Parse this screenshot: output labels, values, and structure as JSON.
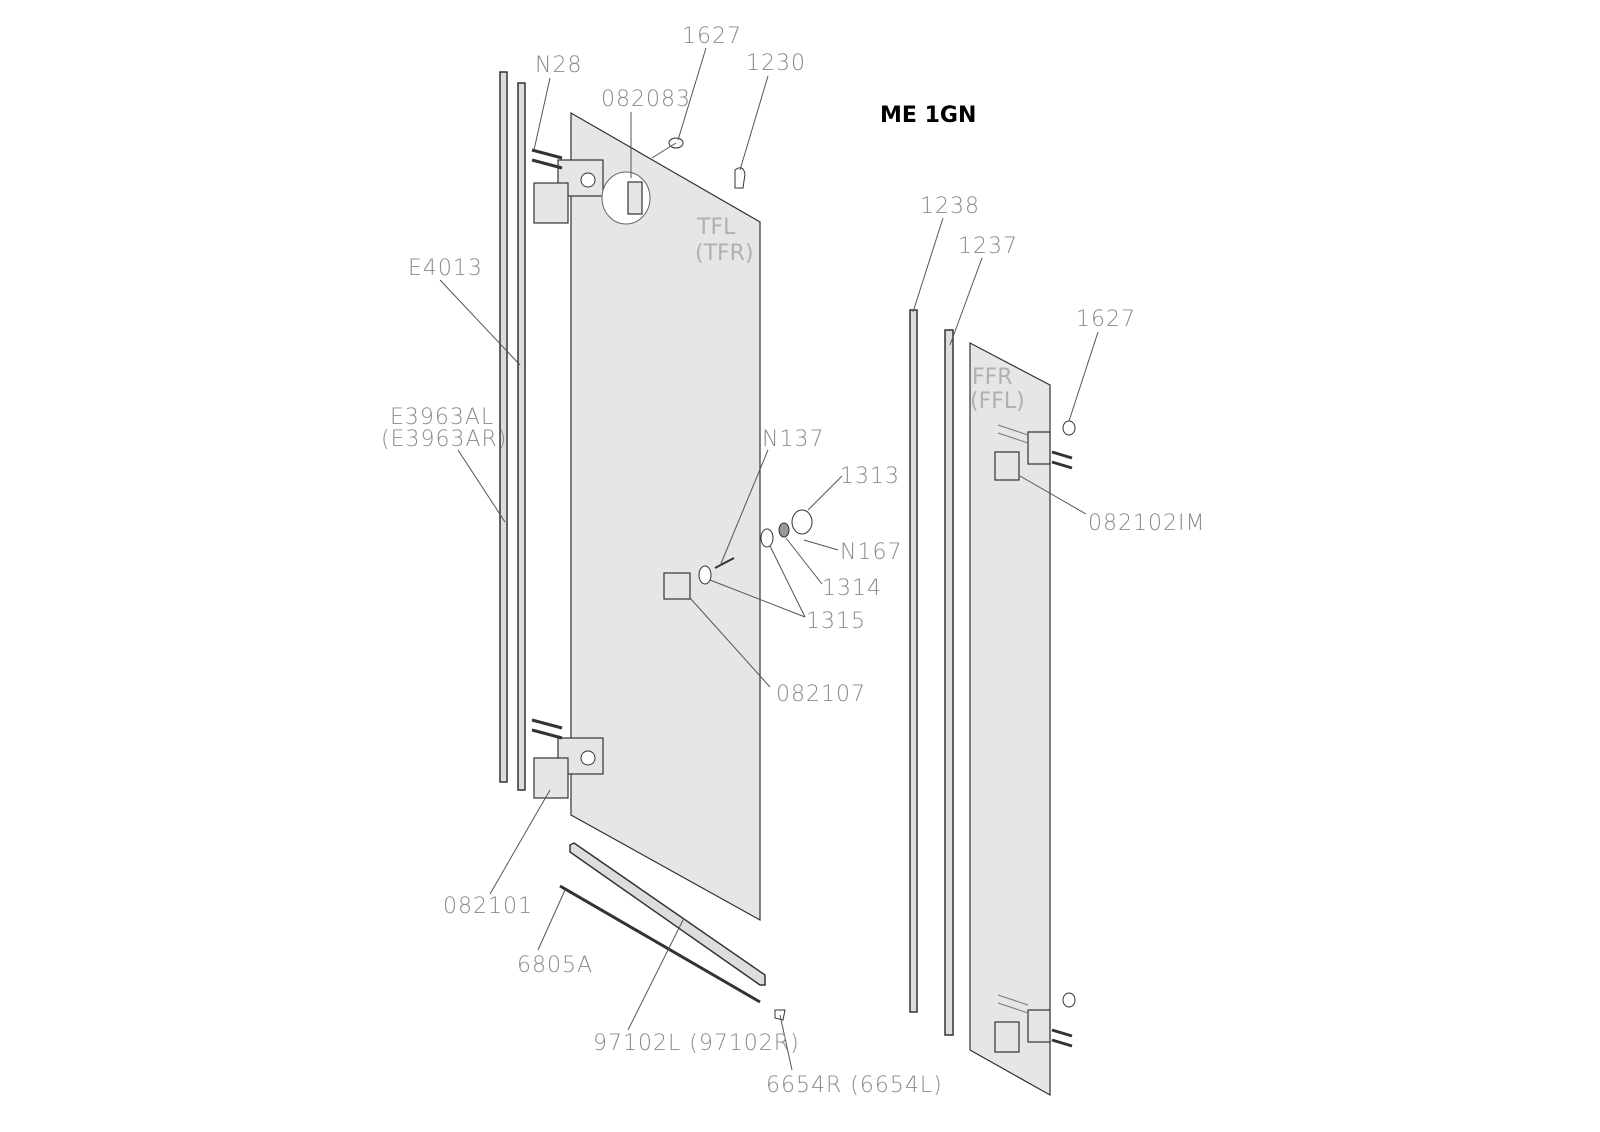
{
  "title": "ME 1GN",
  "panels": {
    "door": [
      "TFL",
      "(TFR)"
    ],
    "fixed": [
      "FFR",
      "(FFL)"
    ]
  },
  "labels": {
    "p1627_top": "1627",
    "n28": "N28",
    "p1230": "1230",
    "p082083": "082083",
    "p1238": "1238",
    "p1237": "1237",
    "e4013": "E4013",
    "p1627_right": "1627",
    "e3963_a": "E3963AL",
    "e3963_b": "(E3963AR)",
    "n137": "N137",
    "p1313": "1313",
    "p082102im": "082102IM",
    "n167": "N167",
    "p1314": "1314",
    "p1315": "1315",
    "p082107": "082107",
    "p082101": "082101",
    "p6805a": "6805A",
    "p97102": "97102L (97102R)",
    "p6654": "6654R (6654L)"
  }
}
